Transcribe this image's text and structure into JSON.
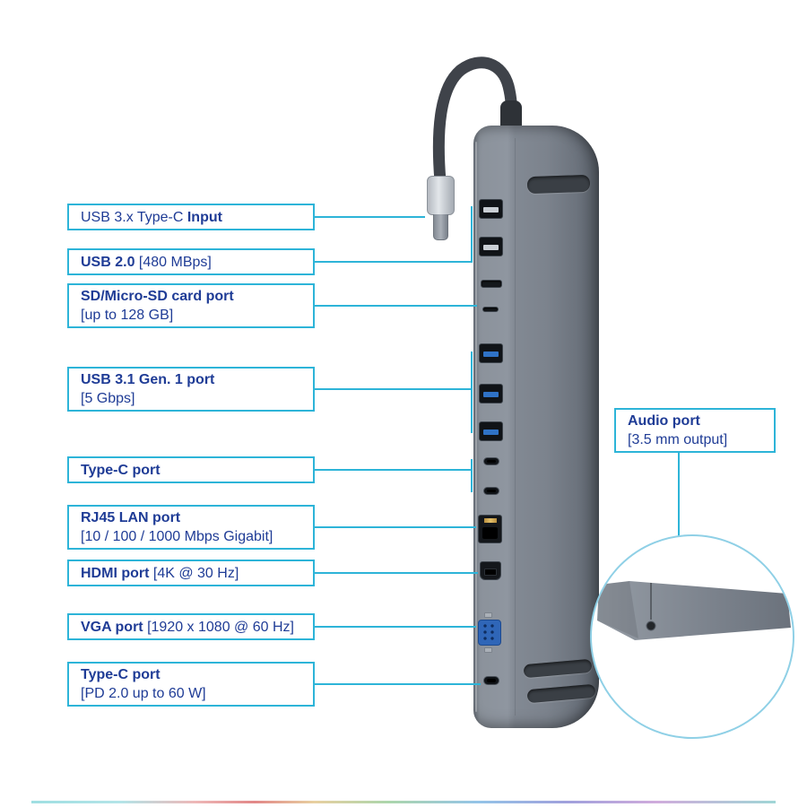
{
  "colors": {
    "accent_cyan": "#2db4d8",
    "label_text_blue": "#1f3c96",
    "device_gray": "#7c838d",
    "usb3_blue": "#2f72c6",
    "vga_blue": "#2f66b8"
  },
  "callouts": {
    "usb_c_input": {
      "prefix": "USB 3.x Type-C ",
      "bold": "Input"
    },
    "usb2": {
      "bold": "USB 2.0",
      "suffix": " [480 MBps]"
    },
    "sd_card": {
      "bold": "SD/Micro-SD card port",
      "line2": "[up to 128 GB]"
    },
    "usb31": {
      "bold": "USB 3.1 Gen. 1 port",
      "line2": "[5 Gbps]"
    },
    "type_c": {
      "bold": "Type-C port"
    },
    "rj45": {
      "bold": "RJ45 LAN port",
      "line2": "[10 / 100 / 1000 Mbps Gigabit]"
    },
    "hdmi": {
      "bold": "HDMI port",
      "suffix": " [4K @ 30 Hz]"
    },
    "vga": {
      "bold": "VGA port",
      "suffix": " [1920 x 1080 @ 60 Hz]"
    },
    "type_c_pd": {
      "bold": "Type-C port",
      "line2": "[PD 2.0 up to 60 W]"
    },
    "audio": {
      "bold": "Audio port",
      "line2": "[3.5 mm output]"
    }
  }
}
